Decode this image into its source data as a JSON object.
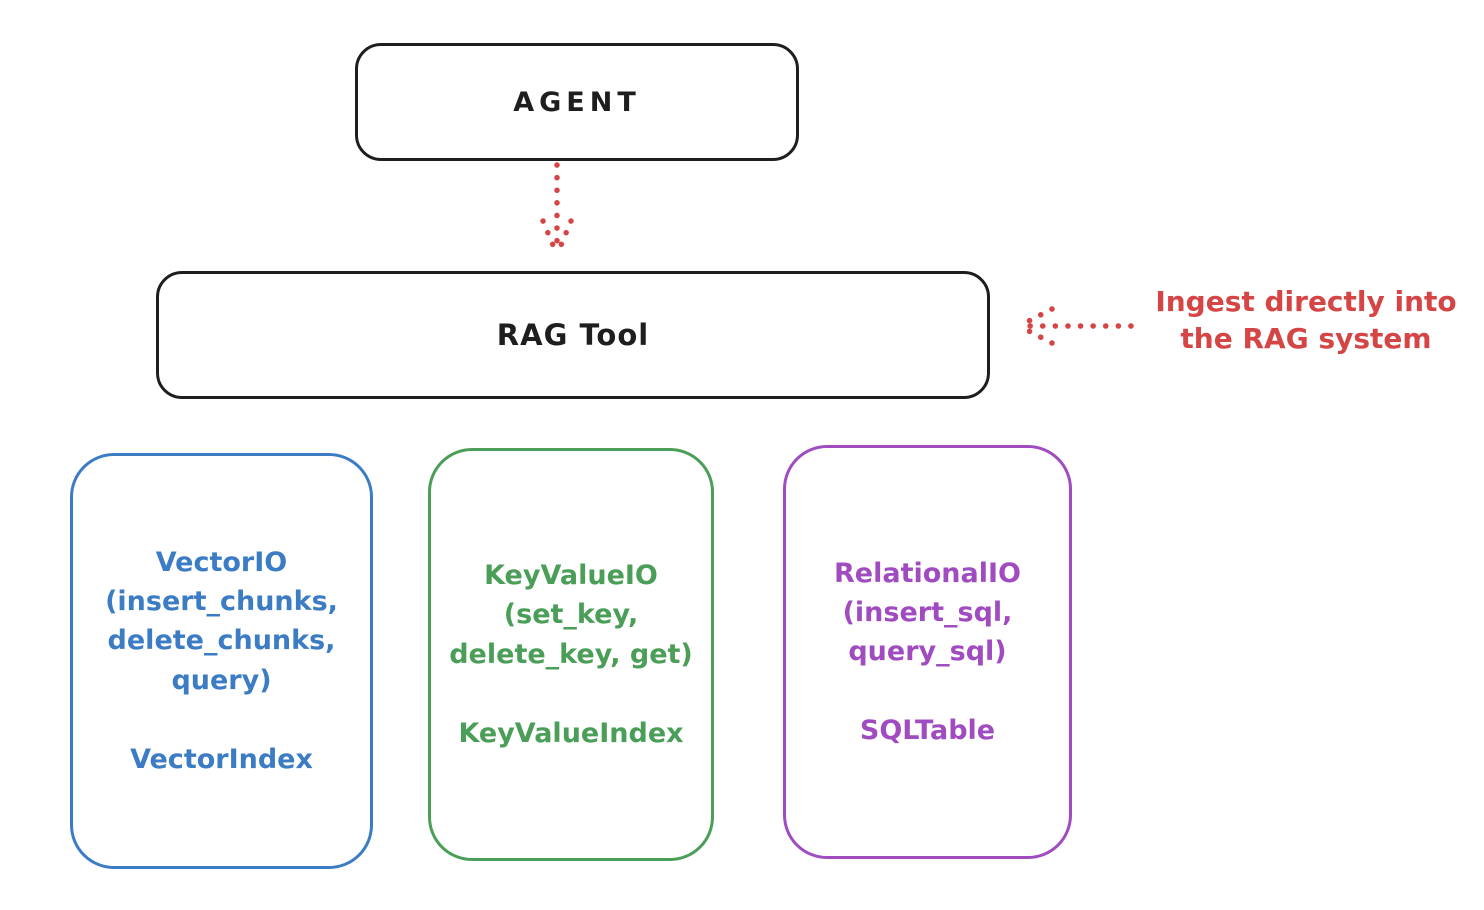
{
  "diagram": {
    "nodes": {
      "agent": {
        "label": "AGENT"
      },
      "rag_tool": {
        "label": "RAG Tool"
      }
    },
    "annotation": {
      "line1": "Ingest directly into",
      "line2": "the RAG system"
    },
    "arrows": [
      {
        "name": "agent-to-rag-tool",
        "style": "dotted",
        "direction": "down",
        "color": "#d64545"
      },
      {
        "name": "annotation-to-rag-tool",
        "style": "dotted",
        "direction": "left",
        "color": "#d64545"
      }
    ],
    "io_boxes": [
      {
        "title": "VectorIO",
        "methods": [
          "(insert_chunks,",
          "delete_chunks,",
          "query)"
        ],
        "index_label": "VectorIndex",
        "color": "#3b7cc4"
      },
      {
        "title": "KeyValueIO",
        "methods": [
          "(set_key,",
          "delete_key, get)"
        ],
        "index_label": "KeyValueIndex",
        "color": "#4a9e57"
      },
      {
        "title": "RelationalIO",
        "methods": [
          "(insert_sql,",
          "query_sql)"
        ],
        "index_label": "SQLTable",
        "color": "#a04cc0"
      }
    ],
    "colors": {
      "ink": "#1e1e1e",
      "red": "#d64545",
      "blue": "#3b7cc4",
      "green": "#4a9e57",
      "purple": "#a04cc0",
      "background": "#ffffff"
    }
  }
}
